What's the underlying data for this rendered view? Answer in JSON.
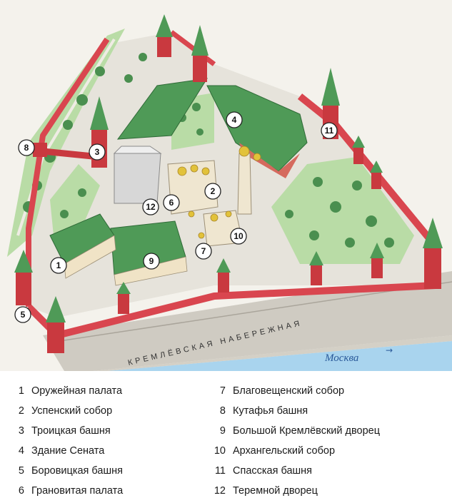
{
  "map": {
    "embankment_label": "КРЕМЛЁВСКАЯ НАБЕРЕЖНАЯ",
    "river_label": "Москва",
    "river_arrow": "→",
    "markers": [
      "1",
      "2",
      "3",
      "4",
      "5",
      "6",
      "7",
      "8",
      "9",
      "10",
      "11",
      "12"
    ]
  },
  "legend": {
    "items": [
      {
        "num": "1",
        "label": "Оружейная палата"
      },
      {
        "num": "2",
        "label": "Успенский собор"
      },
      {
        "num": "3",
        "label": "Троицкая башня"
      },
      {
        "num": "4",
        "label": "Здание Сената"
      },
      {
        "num": "5",
        "label": "Боровицкая башня"
      },
      {
        "num": "6",
        "label": "Грановитая палата"
      },
      {
        "num": "7",
        "label": "Благовещенский собор"
      },
      {
        "num": "8",
        "label": "Кутафья башня"
      },
      {
        "num": "9",
        "label": "Большой Кремлёвский дворец"
      },
      {
        "num": "10",
        "label": "Архангельский собор"
      },
      {
        "num": "11",
        "label": "Спасская башня"
      },
      {
        "num": "12",
        "label": "Теремной дворец"
      }
    ]
  },
  "colors": {
    "wall": "#d9464f",
    "roof": "#4f9a57",
    "grass": "#b9dca6",
    "ground": "#e6e3db",
    "embankment": "#c9c5bc",
    "river": "#a9d4ee",
    "gold": "#e2c23a"
  }
}
